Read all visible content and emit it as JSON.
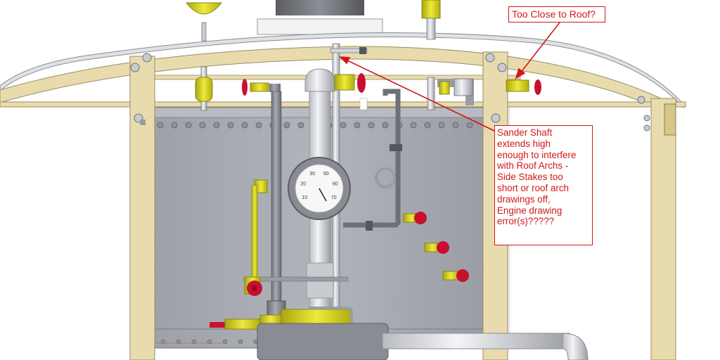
{
  "annotations": {
    "roof_note": "Too Close to Roof?",
    "sander_note": "Sander Shaft\nextends high\nenough to interfere\nwith Roof Archs -\nSide Stakes too\nshort or roof arch\ndrawings off,\nEngine drawing\nerror(s)?????"
  },
  "gauge": {
    "dial_numbers": [
      "10",
      "20",
      "30",
      "50",
      "60",
      "70"
    ]
  },
  "colors": {
    "background": "#ffffff",
    "wood_frame": "#e8dcae",
    "wood_edge": "#9a8c5c",
    "boiler_tank": "#a9abb3",
    "boiler_tank_dark": "#8f9199",
    "pipe_light": "#d4d6dc",
    "pipe_dark": "#7a7c84",
    "brass": "#d2cf14",
    "valve_red": "#c8102e",
    "callout_red": "#d01818"
  },
  "icons": [
    "valve-handle-icon",
    "pressure-gauge-icon",
    "lubricator-icon",
    "bolt-icon"
  ]
}
